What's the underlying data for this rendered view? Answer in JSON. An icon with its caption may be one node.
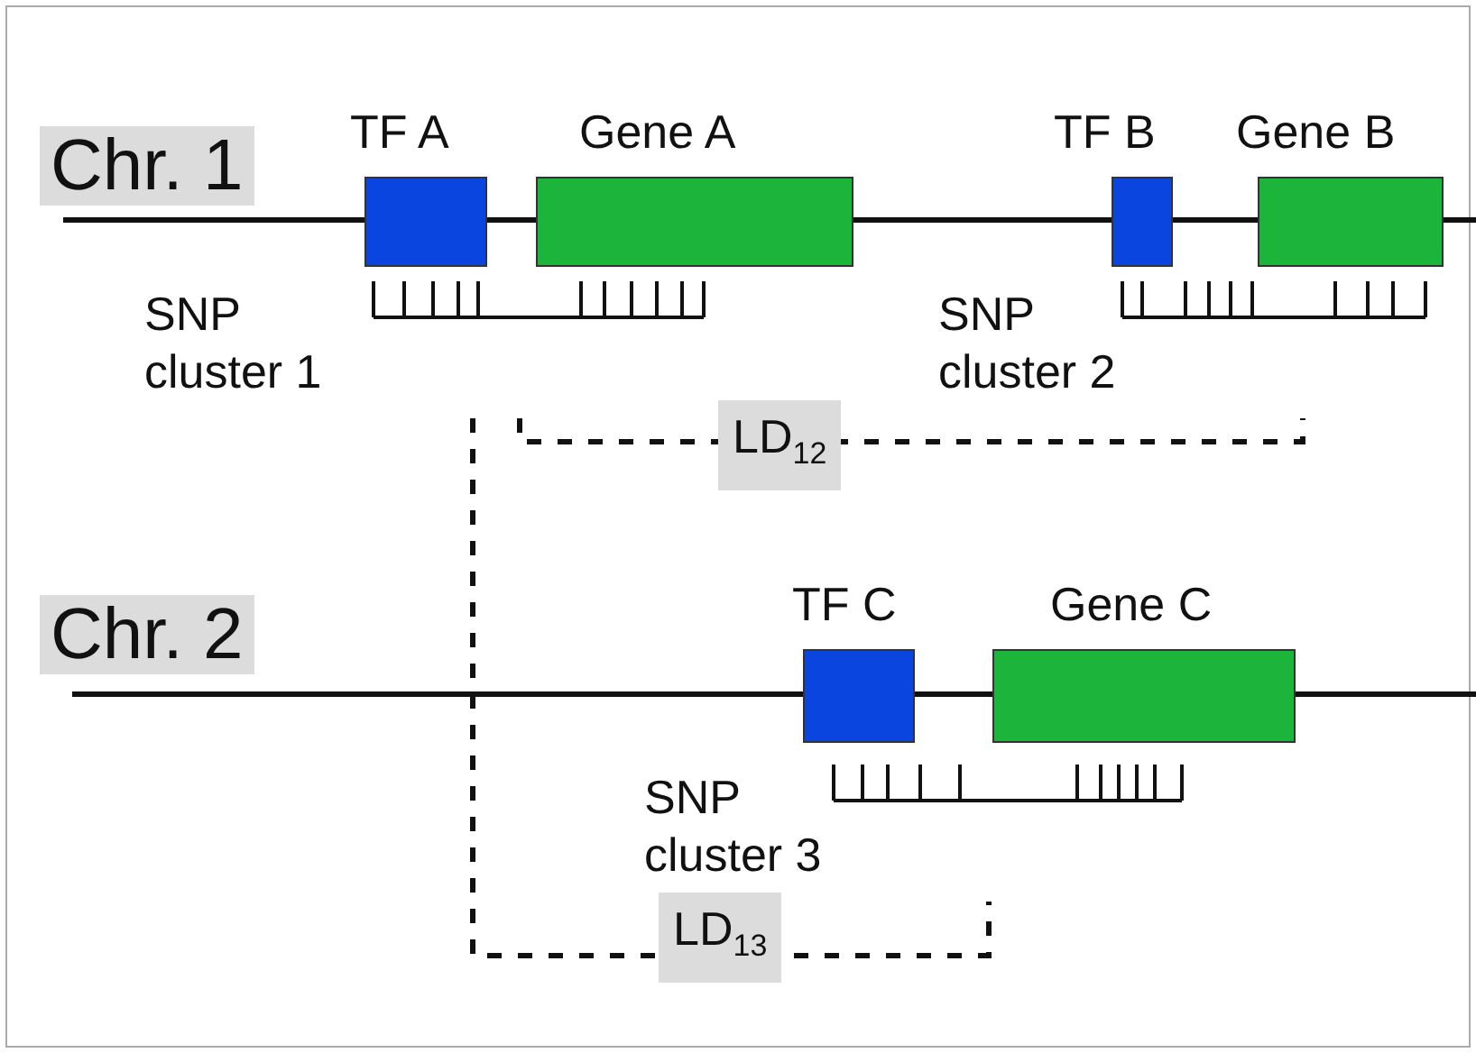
{
  "diagram": {
    "nodes": [
      {
        "text": [
          "Chr. 1"
        ]
      },
      {
        "text": [
          "TF A"
        ]
      },
      {
        "text": [
          "Gene A"
        ]
      },
      {
        "text": [
          "TF B"
        ]
      },
      {
        "text": [
          "Gene B"
        ]
      },
      {
        "text": [
          "SNP cluster 1"
        ]
      },
      {
        "text": [
          "SNP cluster 2"
        ]
      },
      {
        "text": [
          "Chr. 2"
        ]
      },
      {
        "text": [
          "TF C"
        ]
      },
      {
        "text": [
          "Gene C"
        ]
      },
      {
        "text": [
          "SNP cluster 3"
        ]
      }
    ],
    "edges": [
      {
        "from": 5,
        "to": 6,
        "arrow": "none",
        "style": "dashed",
        "label": "LD$_{12}$"
      },
      {
        "from": 5,
        "to": 10,
        "arrow": "none",
        "style": "dashed",
        "label": "LD$_{13}$"
      }
    ]
  }
}
